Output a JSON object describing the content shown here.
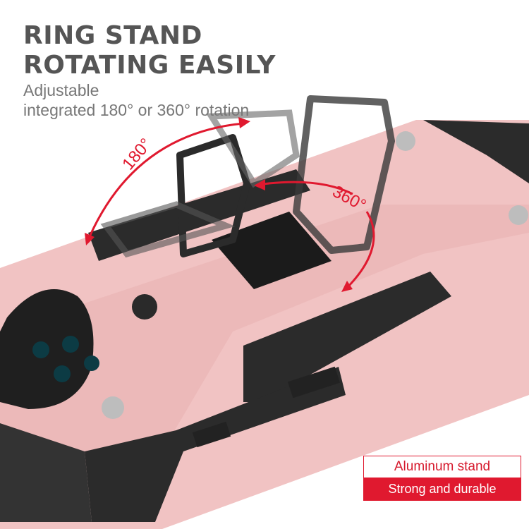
{
  "headline": {
    "line1": "RING STAND",
    "line2": "ROTATING EASILY"
  },
  "subtitle": {
    "line1": "Adjustable",
    "line2": "integrated 180° or 360° rotation"
  },
  "angle_labels": {
    "left": "180°",
    "right": "360°"
  },
  "badge": {
    "top": "Aluminum stand",
    "bottom": "Strong and durable"
  },
  "colors": {
    "case_pink": "#f1c3c3",
    "bumper_black": "#2a2a2a",
    "accent_red": "#e0192f",
    "headline_gray": "#555555"
  }
}
